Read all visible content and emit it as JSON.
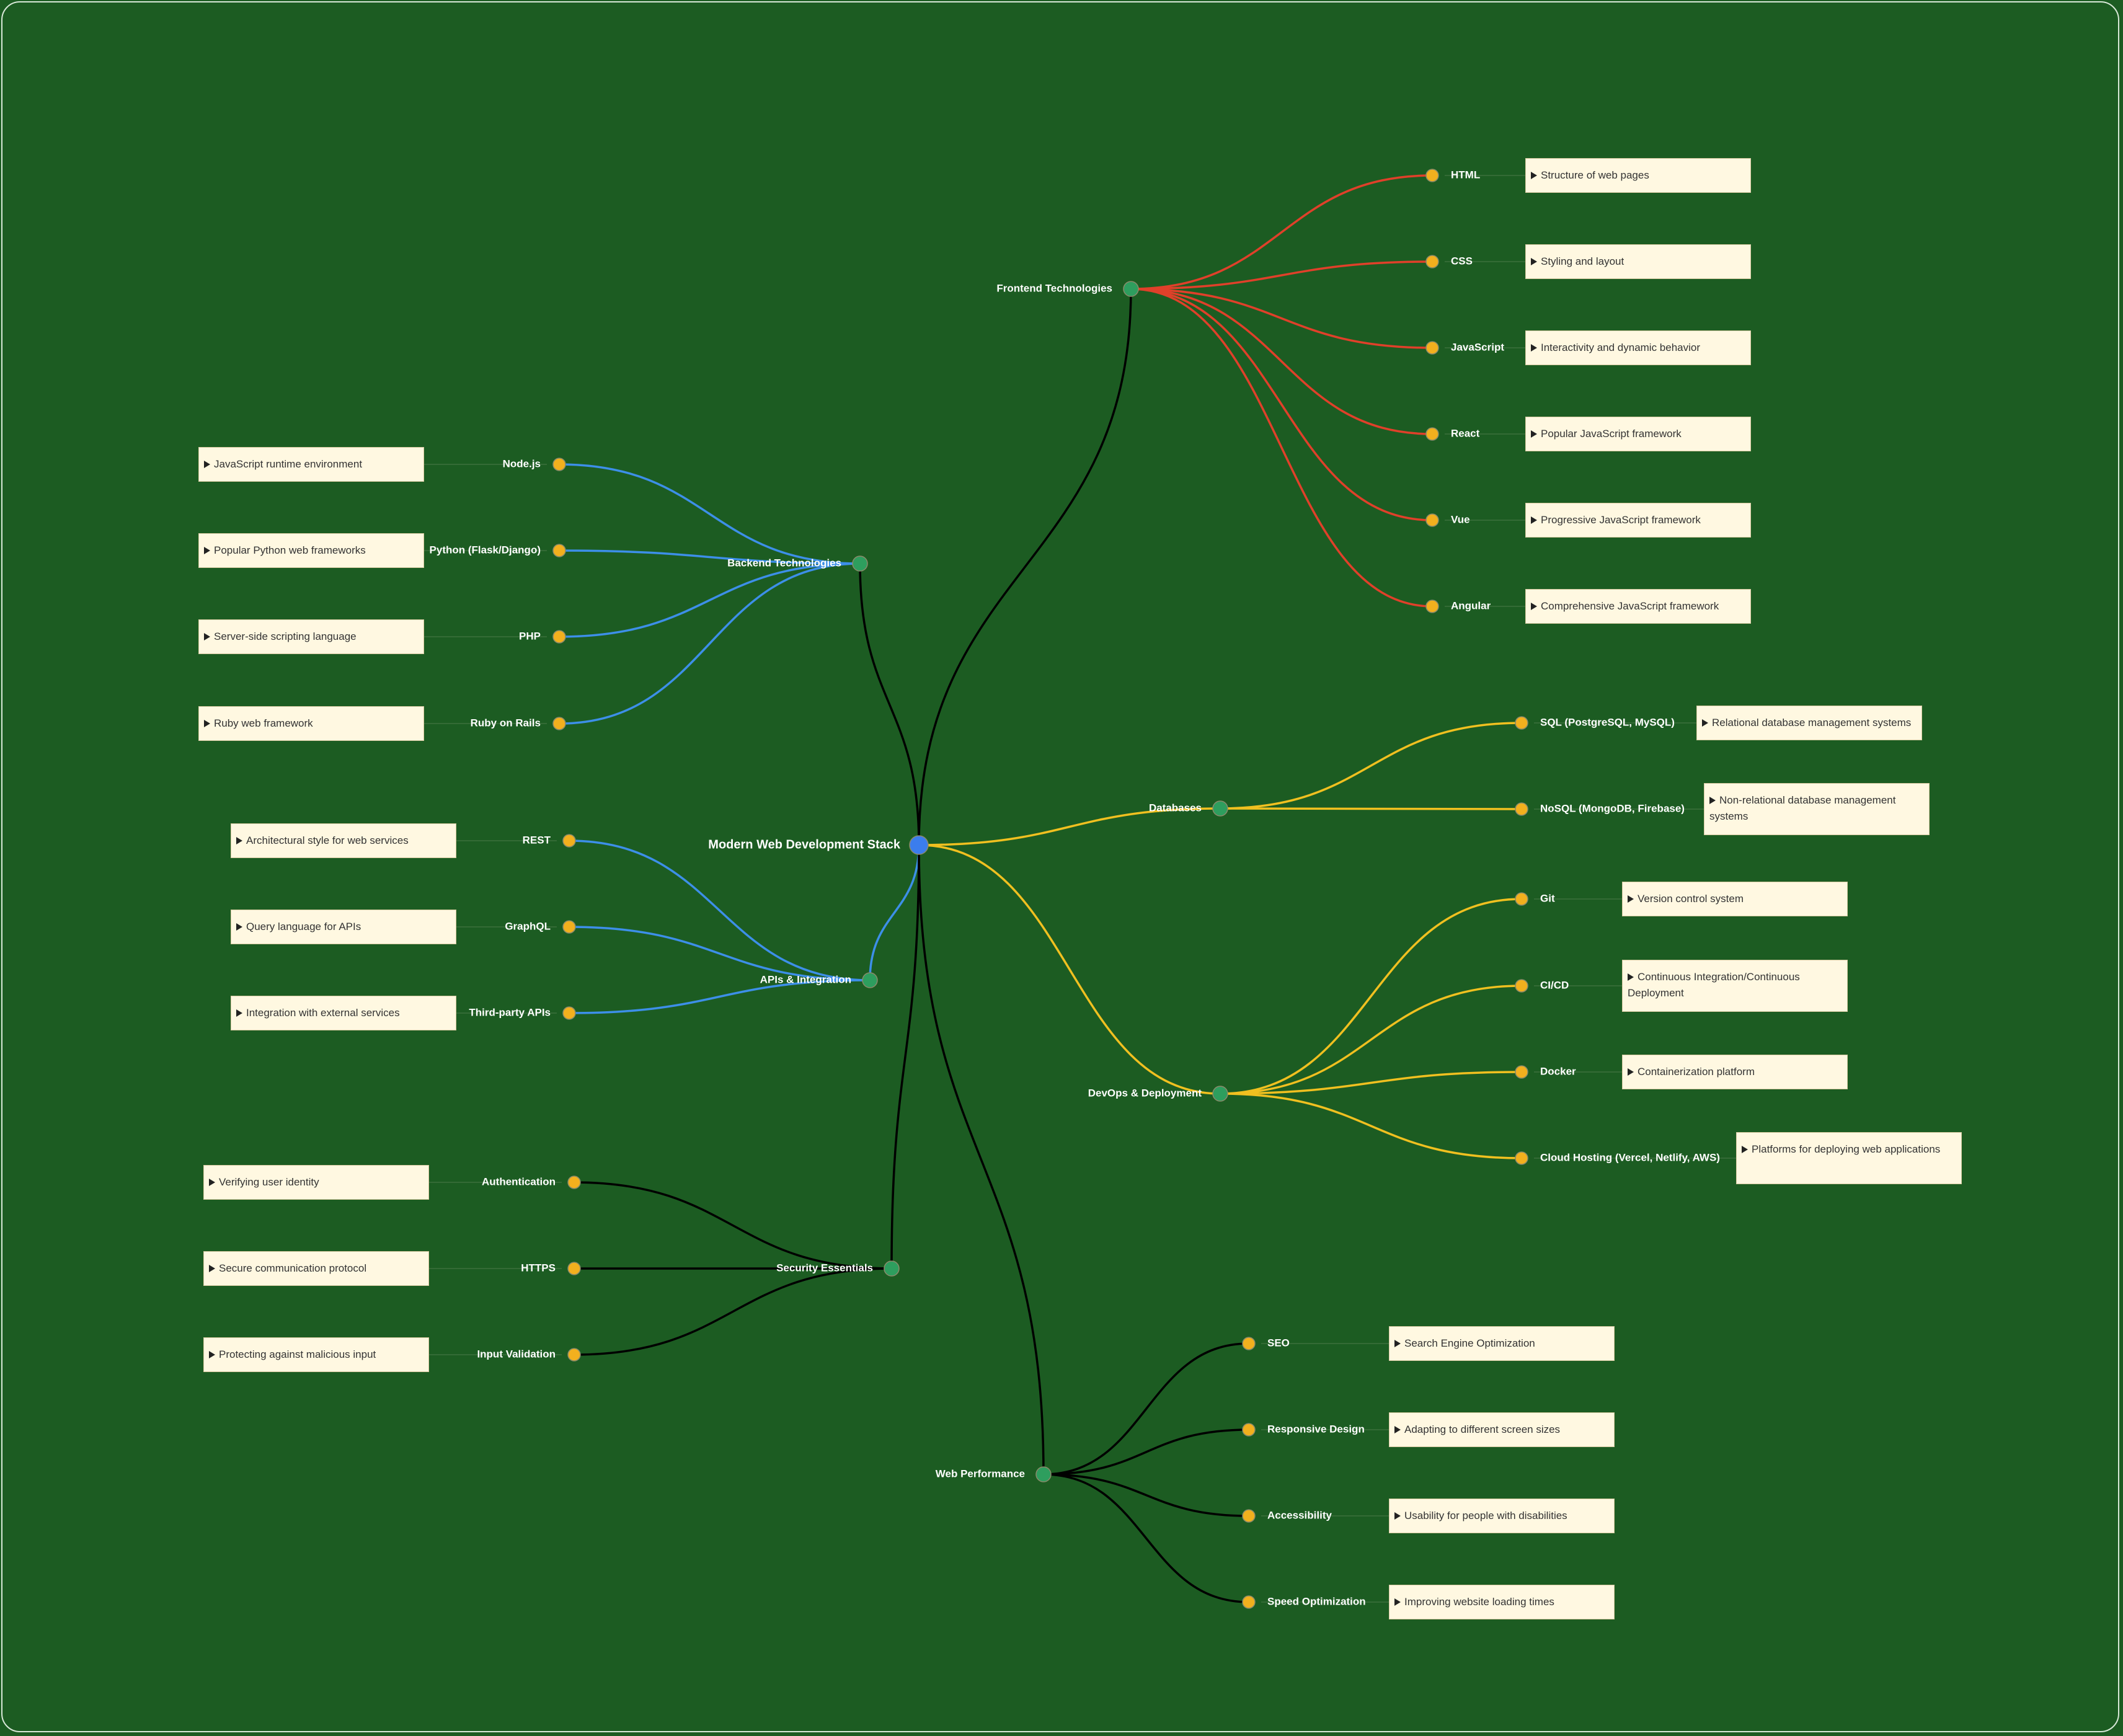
{
  "root": {
    "label": "Modern Web Development Stack"
  },
  "colors": {
    "background": "#1c5c22",
    "root_dot": "#3b7ded",
    "branch_dot": "#2e9e5e",
    "leaf_dot": "#f2b01e",
    "trunk_line": "#000000",
    "frontend_line": "#e0402a",
    "blue_line": "#3d8fe8",
    "yellow_line": "#f0c020",
    "black_line": "#000000",
    "note_bg": "#fff8e1"
  },
  "branches": [
    {
      "label": "Frontend Technologies",
      "leaves": [
        {
          "label": "HTML",
          "note": "Structure of web pages"
        },
        {
          "label": "CSS",
          "note": "Styling and layout"
        },
        {
          "label": "JavaScript",
          "note": "Interactivity and dynamic behavior"
        },
        {
          "label": "React",
          "note": "Popular JavaScript framework"
        },
        {
          "label": "Vue",
          "note": "Progressive JavaScript framework"
        },
        {
          "label": "Angular",
          "note": "Comprehensive JavaScript framework"
        }
      ]
    },
    {
      "label": "Backend Technologies",
      "leaves": [
        {
          "label": "Node.js",
          "note": "JavaScript runtime environment"
        },
        {
          "label": "Python (Flask/Django)",
          "note": "Popular Python web frameworks"
        },
        {
          "label": "PHP",
          "note": "Server-side scripting language"
        },
        {
          "label": "Ruby on Rails",
          "note": "Ruby web framework"
        }
      ]
    },
    {
      "label": "Databases",
      "leaves": [
        {
          "label": "SQL (PostgreSQL, MySQL)",
          "note": "Relational database management systems"
        },
        {
          "label": "NoSQL (MongoDB, Firebase)",
          "note": "Non-relational database management systems"
        }
      ]
    },
    {
      "label": "APIs & Integration",
      "leaves": [
        {
          "label": "REST",
          "note": "Architectural style for web services"
        },
        {
          "label": "GraphQL",
          "note": "Query language for APIs"
        },
        {
          "label": "Third-party APIs",
          "note": "Integration with external services"
        }
      ]
    },
    {
      "label": "DevOps & Deployment",
      "leaves": [
        {
          "label": "Git",
          "note": "Version control system"
        },
        {
          "label": "CI/CD",
          "note": "Continuous Integration/Continuous Deployment"
        },
        {
          "label": "Docker",
          "note": "Containerization platform"
        },
        {
          "label": "Cloud Hosting (Vercel, Netlify, AWS)",
          "note": "Platforms for deploying web applications"
        }
      ]
    },
    {
      "label": "Security Essentials",
      "leaves": [
        {
          "label": "Authentication",
          "note": "Verifying user identity"
        },
        {
          "label": "HTTPS",
          "note": "Secure communication protocol"
        },
        {
          "label": "Input Validation",
          "note": "Protecting against malicious input"
        }
      ]
    },
    {
      "label": "Web Performance",
      "leaves": [
        {
          "label": "SEO",
          "note": "Search Engine Optimization"
        },
        {
          "label": "Responsive Design",
          "note": "Adapting to different screen sizes"
        },
        {
          "label": "Accessibility",
          "note": "Usability for people with disabilities"
        },
        {
          "label": "Speed Optimization",
          "note": "Improving website loading times"
        }
      ]
    }
  ]
}
